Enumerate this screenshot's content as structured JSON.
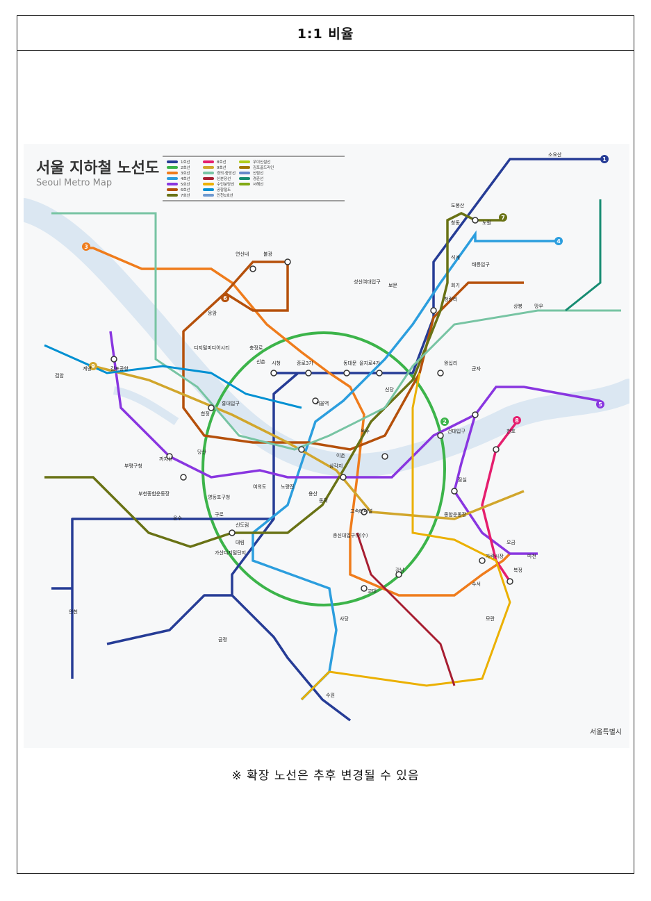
{
  "page": {
    "header_title": "1:1 비율",
    "footnote": "※ 확장 노선은 추후 변경될 수 있음"
  },
  "map": {
    "title_ko": "서울 지하철 노선도",
    "title_en": "Seoul Metro Map",
    "publisher": "서울특별시",
    "legend": [
      {
        "label": "1호선",
        "color": "#263c96"
      },
      {
        "label": "2호선",
        "color": "#3cb44a"
      },
      {
        "label": "3호선",
        "color": "#ef7c1c"
      },
      {
        "label": "4호선",
        "color": "#2c9ede"
      },
      {
        "label": "5호선",
        "color": "#8936e0"
      },
      {
        "label": "6호선",
        "color": "#b5500b"
      },
      {
        "label": "7호선",
        "color": "#697215"
      },
      {
        "label": "8호선",
        "color": "#e51e6e"
      },
      {
        "label": "9호선",
        "color": "#d1a62c"
      },
      {
        "label": "경의·중앙선",
        "color": "#77c4a3"
      },
      {
        "label": "신분당선",
        "color": "#a71e31"
      },
      {
        "label": "수인분당선",
        "color": "#ebb000"
      },
      {
        "label": "공항철도",
        "color": "#0090d2"
      },
      {
        "label": "인천1호선",
        "color": "#6f99d0"
      },
      {
        "label": "우이신설선",
        "color": "#b0ce18"
      },
      {
        "label": "김포골드라인",
        "color": "#a17800"
      },
      {
        "label": "신림선",
        "color": "#6789ca"
      },
      {
        "label": "경춘선",
        "color": "#178c72"
      },
      {
        "label": "서해선",
        "color": "#81a914"
      }
    ],
    "line_badges": [
      {
        "num": "1",
        "color": "#263c96"
      },
      {
        "num": "2",
        "color": "#3cb44a"
      },
      {
        "num": "3",
        "color": "#ef7c1c"
      },
      {
        "num": "4",
        "color": "#2c9ede"
      },
      {
        "num": "5",
        "color": "#8936e0"
      },
      {
        "num": "6",
        "color": "#b5500b"
      },
      {
        "num": "7",
        "color": "#697215"
      },
      {
        "num": "8",
        "color": "#e51e6e"
      },
      {
        "num": "9",
        "color": "#d1a62c"
      }
    ],
    "stations": [
      "서울역",
      "시청",
      "종로3가",
      "동대문",
      "을지로4가",
      "신당",
      "왕십리",
      "건대입구",
      "잠실",
      "종합운동장",
      "강남",
      "교대",
      "사당",
      "신도림",
      "영등포구청",
      "합정",
      "홍대입구",
      "신촌",
      "충정로",
      "당산",
      "여의도",
      "노량진",
      "용산",
      "삼각지",
      "이촌",
      "옥수",
      "고속터미널",
      "동작",
      "총신대입구(이수)",
      "대림",
      "가산디지털단지",
      "금정",
      "수원",
      "모란",
      "복정",
      "가락시장",
      "오금",
      "천호",
      "군자",
      "청량리",
      "회기",
      "석계",
      "태릉입구",
      "노원",
      "창동",
      "도봉산",
      "성신여대입구",
      "보문",
      "디지털미디어시티",
      "응암",
      "연신내",
      "불광",
      "김포공항",
      "까치산",
      "부평구청",
      "온수",
      "구로",
      "부천종합운동장",
      "계양",
      "검암",
      "인천",
      "소요산",
      "마천",
      "상봉",
      "망우",
      "수서"
    ]
  }
}
